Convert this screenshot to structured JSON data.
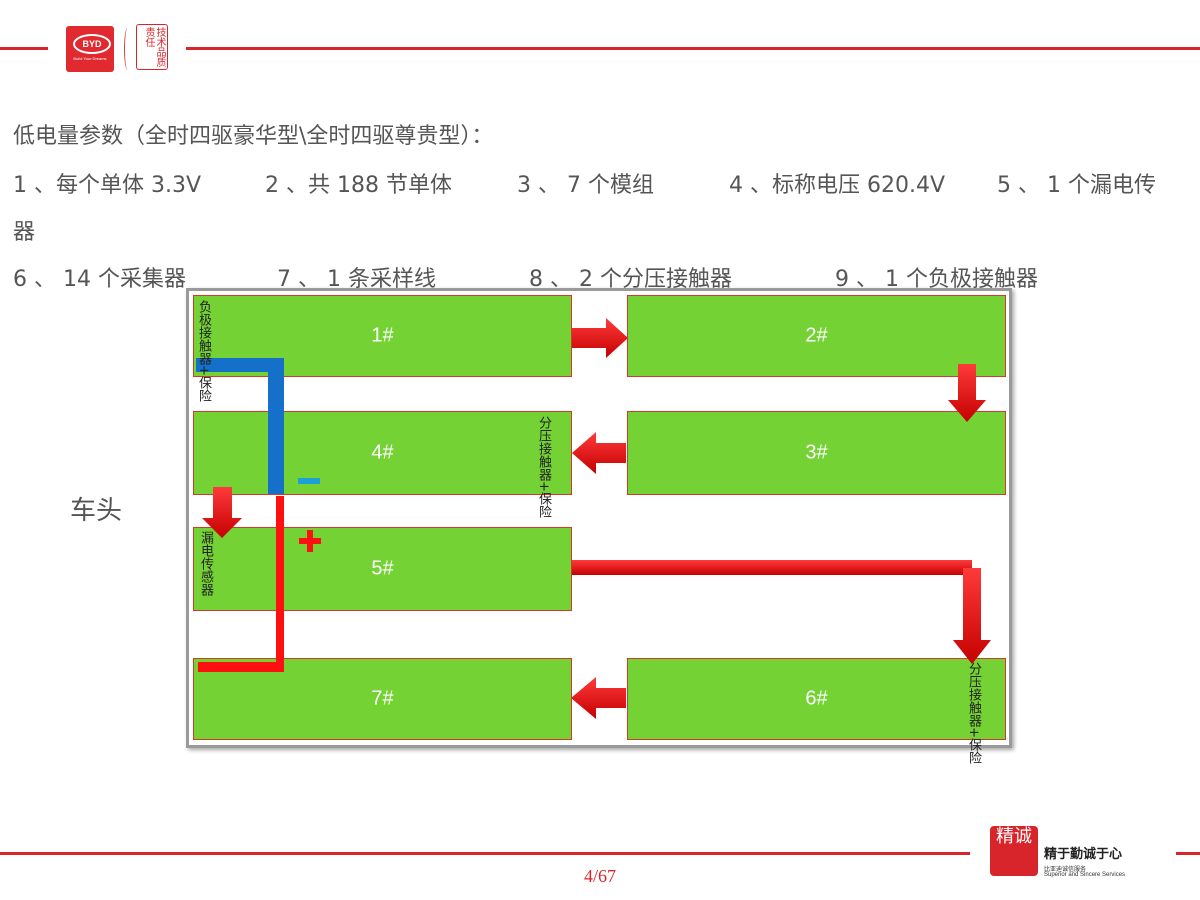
{
  "header": {
    "logo_text": "BYD",
    "logo_tagline": "Build Your Dreams",
    "seal_text": "技术品质责任"
  },
  "params": {
    "title": "低电量参数（全时四驱豪华型\\全时四驱尊贵型）：",
    "line1": [
      "1 、每个单体 3.3V",
      "2 、共 188 节单体",
      "3 、 7 个模组",
      "4 、标称电压 620.4V",
      "5 、 1 个漏电传"
    ],
    "line1_wrap": "器",
    "line2": [
      "6 、 14 个采集器",
      "7 、 1 条采样线",
      "8 、 2 个分压接触器",
      "9 、 1 个负极接触器"
    ]
  },
  "diagram": {
    "vehicle_front_label": "车头",
    "modules": [
      {
        "id": "m1",
        "label": "1#"
      },
      {
        "id": "m2",
        "label": "2#"
      },
      {
        "id": "m3",
        "label": "3#"
      },
      {
        "id": "m4",
        "label": "4#"
      },
      {
        "id": "m5",
        "label": "5#"
      },
      {
        "id": "m6",
        "label": "6#"
      },
      {
        "id": "m7",
        "label": "7#"
      }
    ],
    "neg_contactor_label": "负极接触器+保险",
    "divider_contactor_label_1": "分压接触器+保险",
    "leak_sensor_label": "漏电传感器",
    "divider_contactor_label_2": "分压接触器+保险",
    "minus_sign": "-",
    "plus_sign": "+",
    "colors": {
      "module_fill": "#75d235",
      "positive_path": "#ff0000",
      "negative_path": "#1570c9",
      "accent": "#d8252b"
    }
  },
  "footer": {
    "page": "4/67",
    "slogan_mark": "精诚",
    "slogan": "精于勤诚于心",
    "slogan_sub_cn": "比亚迪诚信服务",
    "slogan_sub_en": "Superior and Sincere Services"
  }
}
